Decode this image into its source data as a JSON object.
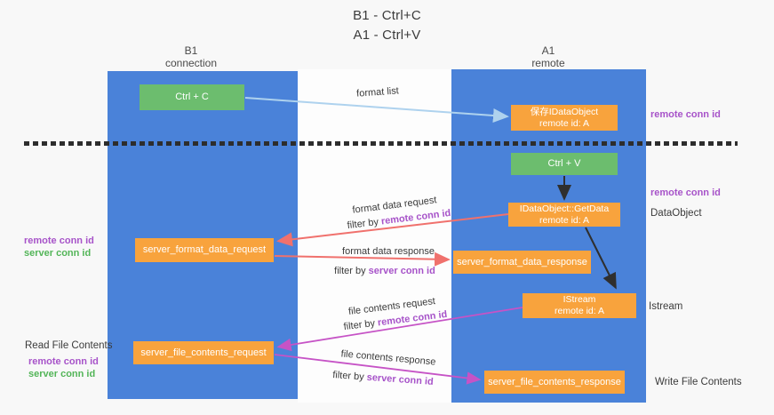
{
  "title": {
    "line1": "B1 - Ctrl+C",
    "line2": "A1 - Ctrl+V"
  },
  "columns": {
    "left": {
      "name": "B1",
      "role": "connection"
    },
    "right": {
      "name": "A1",
      "role": "remote"
    }
  },
  "nodes": {
    "ctrl_c": "Ctrl + C",
    "ctrl_v": "Ctrl + V",
    "save_idataobject": {
      "line1": "保存IDataObject",
      "line2": "remote id: A"
    },
    "getdata": {
      "line1": "IDataObject::GetData",
      "line2": "remote id: A"
    },
    "istream": {
      "line1": "IStream",
      "line2": "remote id: A"
    },
    "server_format_data_request": "server_format_data_request",
    "server_format_data_response": "server_format_data_response",
    "server_file_contents_request": "server_file_contents_request",
    "server_file_contents_response": "server_file_contents_response"
  },
  "edge_labels": {
    "format_list": "format list",
    "format_data_request": "format data request",
    "format_data_response": "format data response",
    "file_contents_request": "file contents request",
    "file_contents_response": "file contents response",
    "filter_by": "filter by",
    "remote_conn_id": "remote conn id",
    "server_conn_id": "server conn id"
  },
  "side_labels": {
    "remote_conn_id": "remote conn id",
    "server_conn_id": "server conn id",
    "dataobject": "DataObject",
    "istream": "Istream",
    "read_file_contents": "Read File Contents",
    "write_file_contents": "Write File Contents"
  },
  "colors": {
    "bg": "#f8f8f8",
    "blue": "#4a82d9",
    "green": "#6cbd6e",
    "orange": "#f8a33d",
    "purple": "#a753c9",
    "green_text": "#53b558",
    "red": "#f0716d",
    "magenta": "#c653c6",
    "lightblue": "#aed2ee",
    "black_arrow": "#2f2f2f"
  }
}
